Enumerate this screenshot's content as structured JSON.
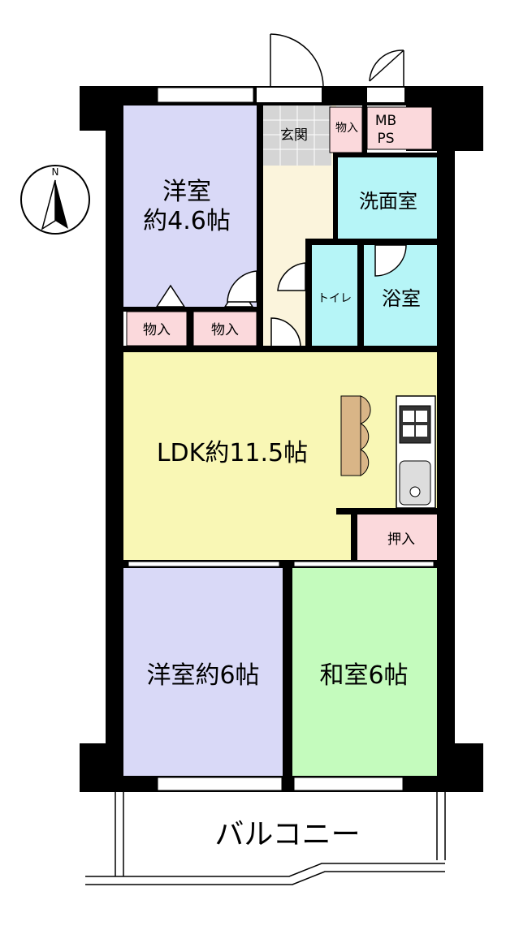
{
  "rooms": {
    "western_room_1_name": "洋室",
    "western_room_1_size": "約4.6帖",
    "storage_left_1": "物入",
    "storage_left_2": "物入",
    "entrance": "玄関",
    "storage_entrance": "物入",
    "mbps_line1": "MB",
    "mbps_line2": "PS",
    "washroom": "洗面室",
    "toilet": "トイレ",
    "bathroom": "浴室",
    "ldk": "LDK約11.5帖",
    "closet": "押入",
    "western_room_2": "洋室約6帖",
    "japanese_room": "和室6帖",
    "balcony": "バルコニー"
  },
  "compass": {
    "north_label": "N",
    "icon": "north-arrow-icon"
  },
  "colors": {
    "western_room": "#d9d9f7",
    "ldk": "#f9f7b5",
    "japanese_room": "#c4fbbd",
    "wet_area": "#b6f5f7",
    "storage": "#fbd9dc",
    "corridor": "#fbf4dc",
    "entrance_tile": "#d5d5d5",
    "wall": "#000000",
    "kitchen_counter": "#d9b587"
  }
}
